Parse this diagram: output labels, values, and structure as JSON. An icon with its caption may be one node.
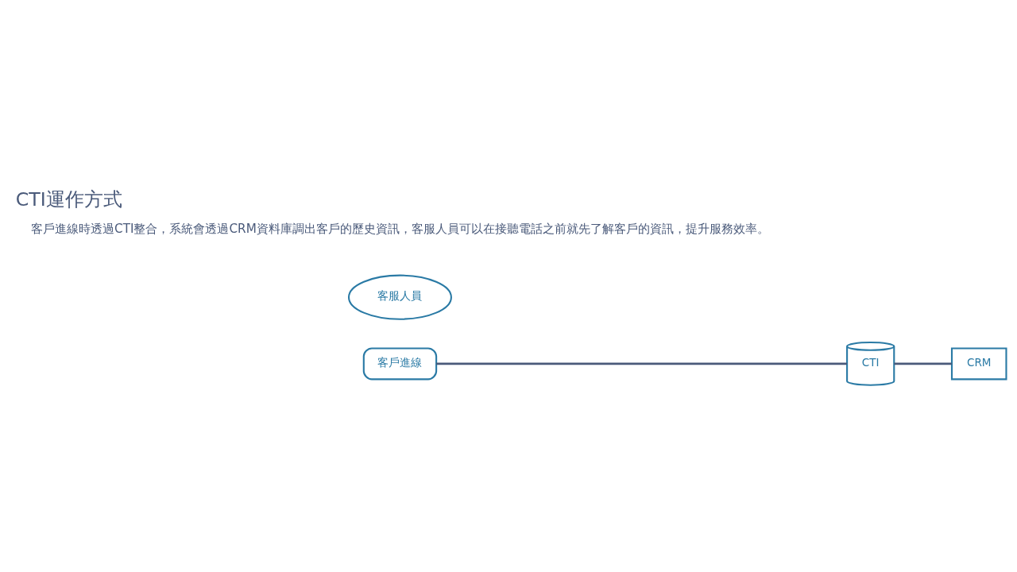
{
  "diagram": {
    "title": "CTI運作方式",
    "caption": "客戶進線時透過CTI整合，系統會透過CRM資料庫調出客戶的歷史資訊，客服人員可以在接聽電話之前就先了解客戶的資訊，提升服務效率。",
    "nodes": [
      {
        "text": [
          "客戶進線"
        ]
      },
      {
        "text": [
          "CTI"
        ]
      },
      {
        "text": [
          "CRM"
        ]
      },
      {
        "text": [
          "客服人員"
        ]
      }
    ],
    "edges": [
      {
        "from": 0,
        "to": 1,
        "arrow": "none"
      },
      {
        "from": 1,
        "to": 2,
        "arrow": "none"
      }
    ]
  }
}
